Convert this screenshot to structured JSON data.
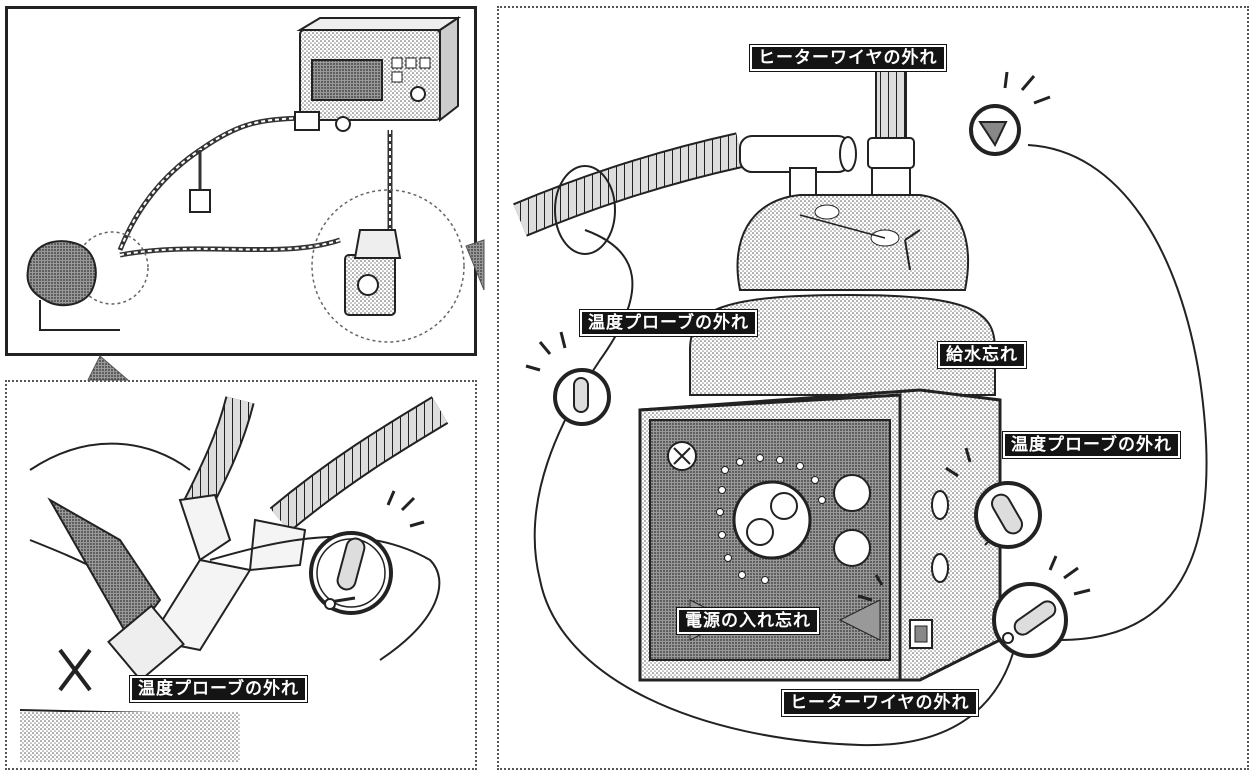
{
  "labels": {
    "heater_wire_top": "ヒーターワイヤの外れ",
    "temp_probe_left": "温度プローブの外れ",
    "water_supply": "給水忘れ",
    "temp_probe_right": "温度プローブの外れ",
    "power_forgot": "電源の入れ忘れ",
    "heater_wire_bottom": "ヒーターワイヤの外れ",
    "temp_probe_inset": "温度プローブの外れ"
  }
}
